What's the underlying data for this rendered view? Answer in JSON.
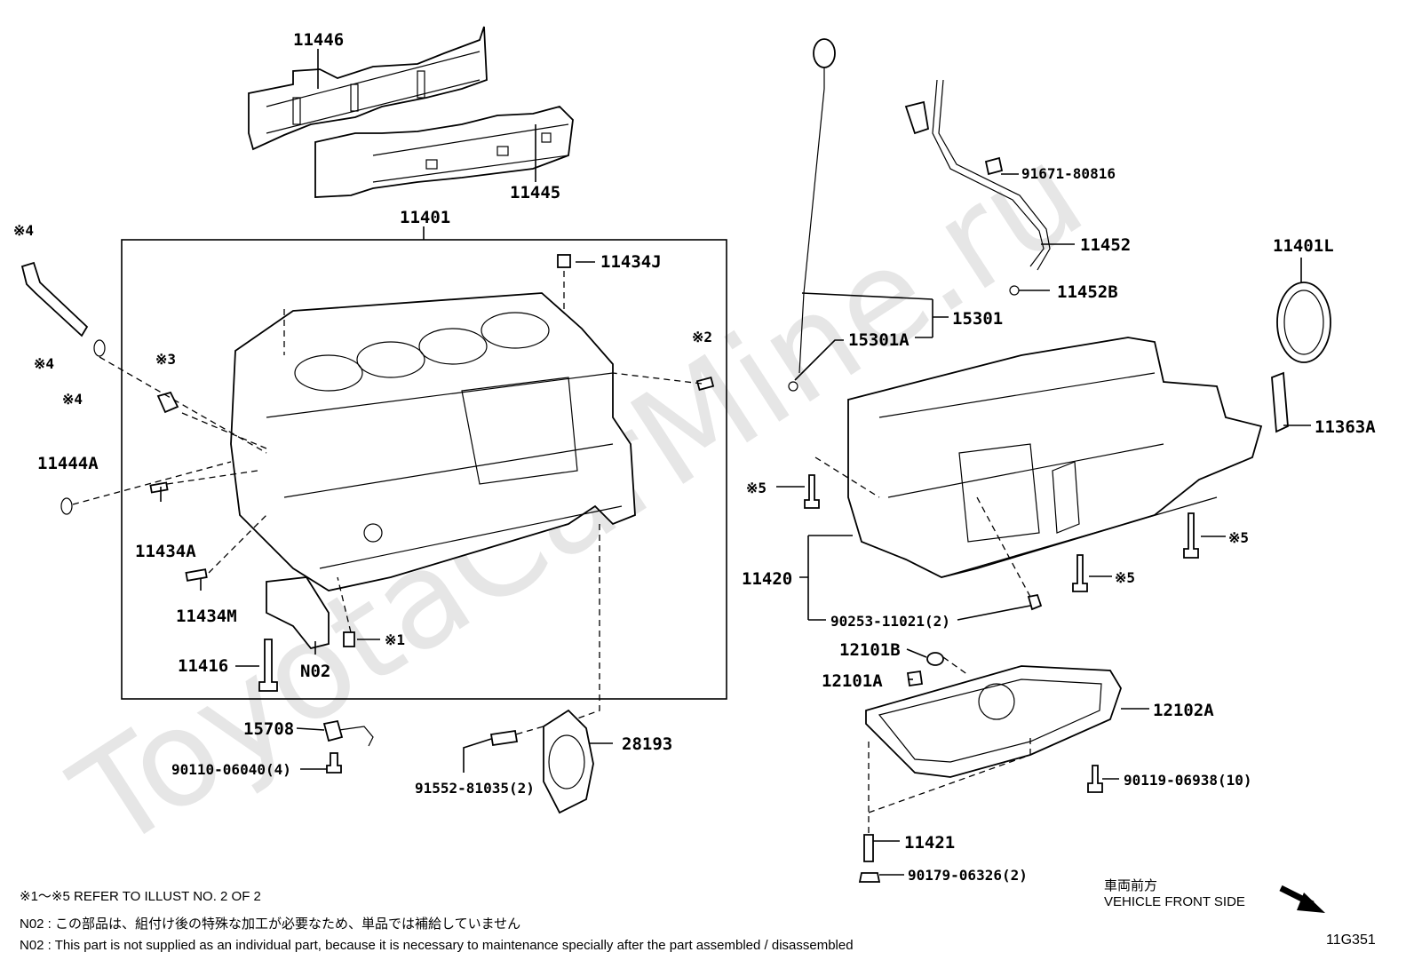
{
  "watermark": "ToyotaCarMine.ru",
  "labels": {
    "p11446": "11446",
    "p11445": "11445",
    "p11401": "11401",
    "p11434J": "11434J",
    "ref2": "※2",
    "ref3": "※3",
    "ref4a": "※4",
    "ref4b": "※4",
    "ref4c": "※4",
    "p11444A": "11444A",
    "p11434A": "11434A",
    "p11434M": "11434M",
    "p11416": "11416",
    "pN02": "N02",
    "ref1": "※1",
    "p15708": "15708",
    "p90110": "90110-06040(4)",
    "p91552": "91552-81035(2)",
    "p28193": "28193",
    "p91671": "91671-80816",
    "p11452": "11452",
    "p11452B": "11452B",
    "p15301": "15301",
    "p15301A": "15301A",
    "p11401L": "11401L",
    "p11363A": "11363A",
    "ref5a": "※5",
    "ref5b": "※5",
    "ref5c": "※5",
    "p11420": "11420",
    "p90253": "90253-11021(2)",
    "p12101B": "12101B",
    "p12101A": "12101A",
    "p12102A": "12102A",
    "p90119": "90119-06938(10)",
    "p11421": "11421",
    "p90179": "90179-06326(2)"
  },
  "notes": {
    "refer": "※1～※5  REFER TO ILLUST NO. 2 OF 2",
    "n02_jp": "N02 : この部品は、組付け後の特殊な加工が必要なため、単品では補給していません",
    "n02_en": "N02 : This part is not supplied as an individual part, because it is necessary to maintenance specially after the part assembled / disassembled",
    "front_jp": "車両前方",
    "front_en": "VEHICLE FRONT SIDE",
    "illust_code": "11G351"
  }
}
